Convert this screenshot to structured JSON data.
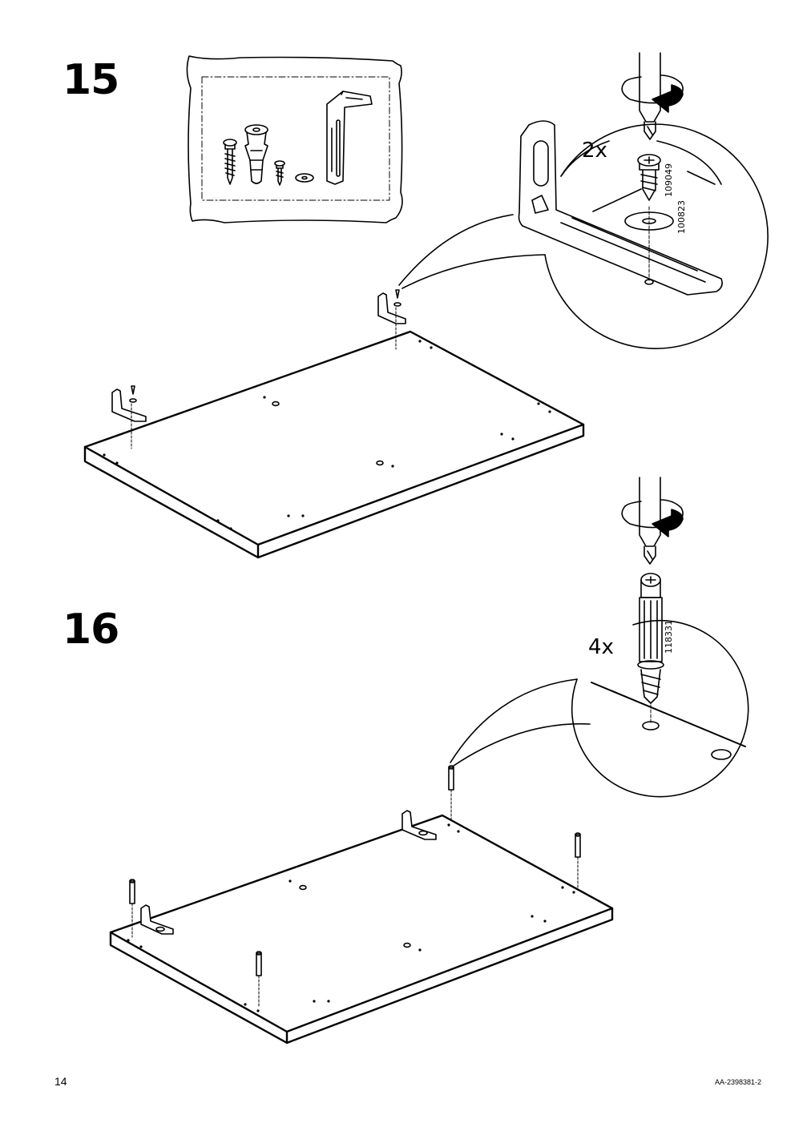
{
  "steps": [
    {
      "number": "15",
      "quantity": "2x",
      "part_numbers": [
        "109049",
        "100823"
      ]
    },
    {
      "number": "16",
      "quantity": "4x",
      "part_numbers": [
        "118331"
      ]
    }
  ],
  "footer": {
    "page_number": "14",
    "document_code": "AA-2398381-2"
  }
}
